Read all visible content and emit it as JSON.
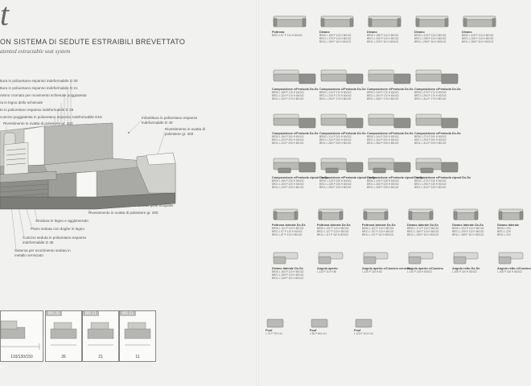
{
  "left": {
    "letter": "t",
    "title": "ON SISTEMA DI SEDUTE ESTRAIBILI BREVETTATO",
    "subtitle": "atented extractable seat system",
    "specs": [
      "ttura in poliuretano espanso indeformabile D 30",
      "ttura in poliuretano espanso indeformabile D 21",
      "nismo cromato per movimento schienale poggiatesta",
      "ra in legno dello schienale",
      "to in poliuretano espanso indeformabile D 35",
      "cuscino poggiatesta in poliuretano espanso indeformabile D18"
    ],
    "annotations": {
      "a1": "Rivestimento in ovatta di poliestere gr. 400",
      "a2": "Imbottitura in poliuretano espanso indeformabile D 40",
      "a3": "Rivestimento in ovatta di poliestere gr. 300",
      "a4": "Rivestimento in tessuto pelle-ecopelle",
      "a5": "Rivestimento in ovatta di poliestere gr. 300",
      "a6": "Struttura in legno e agglomerato",
      "a7": "Piano seduta con doghe in legno",
      "a8": "Cuscino seduta in poliuretano espanso indeformabile D 35",
      "a9": "Sistema per scorrimento seduta in metallo verniciato"
    },
    "dims": [
      {
        "label": "",
        "value": "110/130/150"
      },
      {
        "label": "BR 26",
        "value": "26"
      },
      {
        "label": "BR 21",
        "value": "21"
      },
      {
        "label": "BR 11",
        "value": "11"
      }
    ]
  },
  "right": {
    "row1": [
      {
        "t": "Poltrona",
        "d1": "BR21 L 87 P 110 H 80/102",
        "d2": "",
        "d3": ""
      },
      {
        "t": "Divano",
        "d1": "BR26 L 155 P 110 H 80/102",
        "d2": "BR21 L 175 P 110 H 80/102",
        "d3": "BR11 L 195 P 110 H 80/102"
      },
      {
        "t": "Divano",
        "d1": "BR26 L 185 P 110 H 80/102",
        "d2": "BR21 L 205 P 110 H 80/102",
        "d3": "BR11 L 225 P 110 H 80/102"
      },
      {
        "t": "Divano",
        "d1": "BR26 L 215 P 110 H 80/102",
        "d2": "BR21 L 235 P 110 H 80/102",
        "d3": "BR11 L 255 P 110 H 80/102"
      },
      {
        "t": "Divano",
        "d1": "BR26 L 245 P 110 H 80/102",
        "d2": "BR21 L 265 P 110 H 80/102",
        "d3": "BR11 L 285 P 110 H 80/102"
      }
    ],
    "row2": [
      {
        "t": "Composizione c/Penisola Dx-Sx",
        "d1": "BR26 L 189 P 170 H 80/102",
        "d2": "BR21 L 204 P 170 H 80/102",
        "d3": "BR11 L 224 P 170 H 80/102"
      },
      {
        "t": "Composizione c/Penisola Dx-Sx",
        "d1": "BR26 L 219 P 170 H 80/102",
        "d2": "BR21 L 234 P 170 H 80/102",
        "d3": "BR11 L 254 P 170 H 80/102"
      },
      {
        "t": "Composizione c/Penisola Dx-Sx",
        "d1": "BR26 L 249 P 170 H 80/102",
        "d2": "BR21 L 264 P 170 H 80/102",
        "d3": "BR11 L 284 P 170 H 80/102"
      },
      {
        "t": "Composizione c/Penisola Dx-Sx",
        "d1": "BR26 L 279 P 170 H 80/102",
        "d2": "BR21 L 294 P 170 H 80/102",
        "d3": "BR11 L 314 P 170 H 80/102"
      }
    ],
    "row3": [
      {
        "t": "Composizione c/Penisola Dx-Sx",
        "d1": "BR26 L 184 P 200 H 80/102",
        "d2": "BR21 L 204 P 200 H 80/102",
        "d3": "BR11 L 224 P 200 H 80/102"
      },
      {
        "t": "Composizione c/Penisola Dx-Sx",
        "d1": "BR26 L 214 P 200 H 80/102",
        "d2": "BR21 L 234 P 200 H 80/102",
        "d3": "BR11 L 254 P 200 H 80/102"
      },
      {
        "t": "Composizione c/Penisola Dx-Sx",
        "d1": "BR26 L 244 P 200 H 80/102",
        "d2": "BR21 L 264 P 200 H 80/102",
        "d3": "BR11 L 284 P 200 H 80/102"
      },
      {
        "t": "Composizione c/Penisola Dx-Sx",
        "d1": "BR26 L 274 P 200 H 80/102",
        "d2": "BR21 L 294 P 200 H 80/102",
        "d3": "BR11 L 314 P 200 H 80/102"
      }
    ],
    "row4": [
      {
        "t": "Composizione c/Penisola c/pouf Dx-Sx",
        "d1": "BR26 L 185 P 225 H 80/102",
        "d2": "BR21 L 205 P 225 H 80/102",
        "d3": "BR11 L 225 P 225 H 80/102"
      },
      {
        "t": "Composizione c/Penisola c/pouf Dx-Sx",
        "d1": "BR26 L 215 P 225 H 80/102",
        "d2": "BR21 L 235 P 225 H 80/102",
        "d3": "BR11 L 255 P 225 H 80/102"
      },
      {
        "t": "Composizione c/Penisola c/pouf Dx-Sx",
        "d1": "BR26 L 245 P 225 H 80/102",
        "d2": "BR21 L 265 P 225 H 80/102",
        "d3": "BR11 L 285 P 225 H 80/102"
      },
      {
        "t": "Composizione c/Penisola c/pouf Dx-Sx",
        "d1": "BR26 L 275 P 225 H 80/102",
        "d2": "BR21 L 295 P 225 H 80/102",
        "d3": "BR11 L 315 P 225 H 80/102"
      }
    ],
    "row5": [
      {
        "t": "Poltrona laterale Dx-Sx",
        "d1": "BR26 L 102 P 110 H 80/102",
        "d2": "BR21 L 97 P 110 H 80/102",
        "d3": "BR11 L 87 P 110 H 80/102"
      },
      {
        "t": "Poltrona laterale Dx-Sx",
        "d1": "BR26 L 132 P 110 H 80/102",
        "d2": "BR21 L 127 P 110 H 80/102",
        "d3": "BR11 L 117 P 110 H 80/102"
      },
      {
        "t": "Poltrona laterale Dx-Sx",
        "d1": "BR26 L 162 P 110 H 80/102",
        "d2": "BR21 L 157 P 110 H 80/102",
        "d3": "BR11 L 147 P 110 H 80/102"
      },
      {
        "t": "Divano laterale Dx-Sx",
        "d1": "BR26 L 174 P 110 H 80/102",
        "d2": "BR21 L 169 P 110 H 80/102",
        "d3": "BR11 L 159 P 110 H 80/102"
      },
      {
        "t": "Divano laterale Dx-Sx",
        "d1": "BR26 L 204 P 110 H 80/102",
        "d2": "BR21 L 199 P 110 H 80/102",
        "d3": "BR11 L 189 P 110 H 80/102"
      },
      {
        "t": "Divano laterale",
        "d1": "BR26 L 234",
        "d2": "BR21 L 229",
        "d3": "BR11 L 219"
      }
    ],
    "row6": [
      {
        "t": "Divano laterale Dx-Sx",
        "d1": "BR26 L 164 P 110 H 80/102",
        "d2": "BR21 L 159 P 110 H 80/102",
        "d3": "BR11 L 149 P 110 H 80/102"
      },
      {
        "t": "Angolo aperto",
        "d1": "L 110 P 110 H 80",
        "d2": "",
        "d3": ""
      },
      {
        "t": "Angolo aperto c/Cuscino cervello",
        "d1": "L 125 P 125 H 80",
        "d2": "",
        "d3": ""
      },
      {
        "t": "Angolo aperto c/Cuscino",
        "d1": "L 125 P 125 H 80/102",
        "d2": "",
        "d3": ""
      },
      {
        "t": "Angolo retto Dx-Sx",
        "d1": "L 108 P 140 H 80/102",
        "d2": "",
        "d3": ""
      },
      {
        "t": "Angolo retto c/Cuscino",
        "d1": "L 108 P 140 H 80/102",
        "d2": "",
        "d3": ""
      }
    ],
    "row7": [
      {
        "t": "Pouf",
        "d1": "L 75 P 75 H 41"
      },
      {
        "t": "Pouf",
        "d1": "L 95 P 65 H 41"
      },
      {
        "t": "Pouf",
        "d1": "L 110 P 110 H 41"
      }
    ]
  },
  "colors": {
    "bg": "#f1f1ef",
    "sofa": "#b9b9b6",
    "sofa_dark": "#8f8f8c",
    "sofa_light": "#d8d8d5",
    "white": "#fbfbf9"
  }
}
